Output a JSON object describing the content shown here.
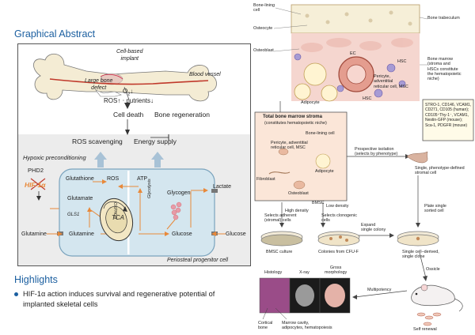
{
  "left": {
    "section_title": "Graphical Abstract",
    "cell_based_implant": [
      "Cell-based",
      "implant"
    ],
    "large_bone_defect": [
      "Large bone",
      "defect"
    ],
    "blood_vessel": "Blood vessel",
    "o2": "O",
    "o2_sub": "2",
    "ros_label": "ROS",
    "nutrients_label": "nutrients",
    "cell_death": "Cell death",
    "bone_regeneration": "Bone regeneration",
    "ros_scavenging": "ROS scavenging",
    "energy_supply": "Energy supply",
    "hypoxic_preconditioning": "Hypoxic preconditioning",
    "phd2": "PHD2",
    "hif1a": "HIF-1α",
    "glutathione": "Glutathione",
    "ros_inner": "ROS",
    "atp": "ATP",
    "lactate": "Lactate",
    "glutamate": "Glutamate",
    "gls1": "GLS1",
    "oxphos": "OXPHOS",
    "tca": "TCA",
    "glycolysis": "Glycolysis",
    "glycogen": "Glycogen",
    "glutamine_outer": "Glutamine",
    "glutamine_inner": "Glutamine",
    "glucose_inner": "Glucose",
    "glucose_outer": "Glucose",
    "periosteal_cell": "Periosteal progenitor cell",
    "highlights_title": "Highlights",
    "highlight_1a": "HIF-1α action induces survival and regenerative potential of",
    "highlight_1b": "implanted skeletal cells"
  },
  "right": {
    "bone_lining_cell": [
      "Bone-lining",
      "cell"
    ],
    "osteocyte": "Osteocyte",
    "bone_trabeculum": "Bone trabeculum",
    "osteoblast": "Osteoblast",
    "ec": "EC",
    "hsc_1": "HSC",
    "hsc_2": "HSC",
    "pericyte_block": [
      "Pericyte,",
      "adventitial",
      "reticular cell, MSC"
    ],
    "adipocyte": "Adipocyte",
    "bone_marrow_niche": [
      "Bone marrow",
      "(stroma and",
      "HSCs constitute",
      "the hematopoietic",
      "niche)"
    ],
    "markers": [
      "STRO-1, CD146, VCAM1,",
      "CD271, CD105 (human);",
      "CD105⁺Thy-1⁻, VCAM1,",
      "Nestin-GFP (mouse);",
      "Sca-1, PDGFR (mouse)"
    ],
    "total_stroma_title": "Total bone marrow stroma",
    "total_stroma_sub": "(constitutes hematopoietic niche)",
    "bone_lining_cell_2": "Bone-lining cell",
    "pericyte_2": [
      "Pericyte, adventitial",
      "reticular cell, MSC"
    ],
    "adipocyte_2": "Adipocyte",
    "fibroblast": "Fibroblast",
    "osteoblast_2": "Osteoblast",
    "bmsc": "BMSC",
    "prospective_isolation": [
      "Prospective isolation",
      "(selects by phenotype)"
    ],
    "single_phenotype": [
      "Single, phenotype-defined",
      "stromal cell"
    ],
    "high_density": "High density",
    "low_density": "Low density",
    "selects_adherent": [
      "Selects adherent",
      "(stromal) cells"
    ],
    "selects_clonogenic": [
      "Selects clonogenic",
      "cells"
    ],
    "expand_single_colony": [
      "Expand",
      "single colony"
    ],
    "plate_single_sorted": [
      "Plate single",
      "sorted cell"
    ],
    "bmsc_culture": "BMSC culture",
    "colonies_from_cfu": "Colonies from CFU-F",
    "single_clone": [
      "Single cell–derived,",
      "single clone"
    ],
    "histology": "Histology",
    "xray": "X-ray",
    "gross_morphology": [
      "Gross",
      "morphology"
    ],
    "ossicle": "Ossicle",
    "multipotency": "Multipotency",
    "self_renewal": "Self renewal",
    "cortical_bone": [
      "Cortical",
      "bone"
    ],
    "marrow_cavity": [
      "Marrow cavity,",
      "adipocytes, hematopoiesis"
    ]
  },
  "colors": {
    "title_blue": "#1b5fa0",
    "orange": "#e8893a",
    "cell_fill": "#d7e7ef",
    "bone_tan": "#f3ead2",
    "hif_red": "#c0392b"
  }
}
